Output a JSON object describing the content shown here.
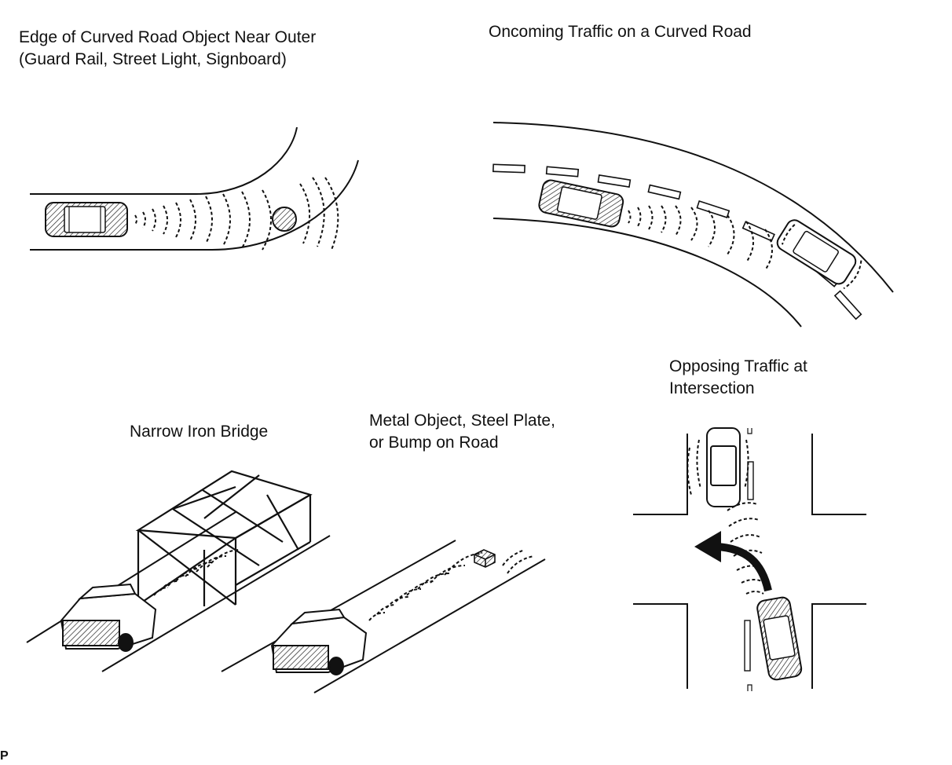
{
  "diagram": {
    "panels": [
      {
        "id": "curved-road-edge",
        "caption_lines": [
          "Edge of Curved Road Object Near Outer",
          "(Guard Rail, Street Light, Signboard)"
        ]
      },
      {
        "id": "oncoming-curve",
        "caption_lines": [
          "Oncoming Traffic on a Curved Road"
        ]
      },
      {
        "id": "opposing-intersection",
        "caption_lines": [
          "Opposing Traffic at",
          "Intersection"
        ]
      },
      {
        "id": "iron-bridge",
        "caption_lines": [
          "Narrow Iron Bridge"
        ]
      },
      {
        "id": "metal-object",
        "caption_lines": [
          "Metal Object, Steel Plate,",
          "or Bump on Road"
        ]
      }
    ],
    "footer_code": "P"
  },
  "colors": {
    "ink": "#111111",
    "background": "#ffffff"
  }
}
